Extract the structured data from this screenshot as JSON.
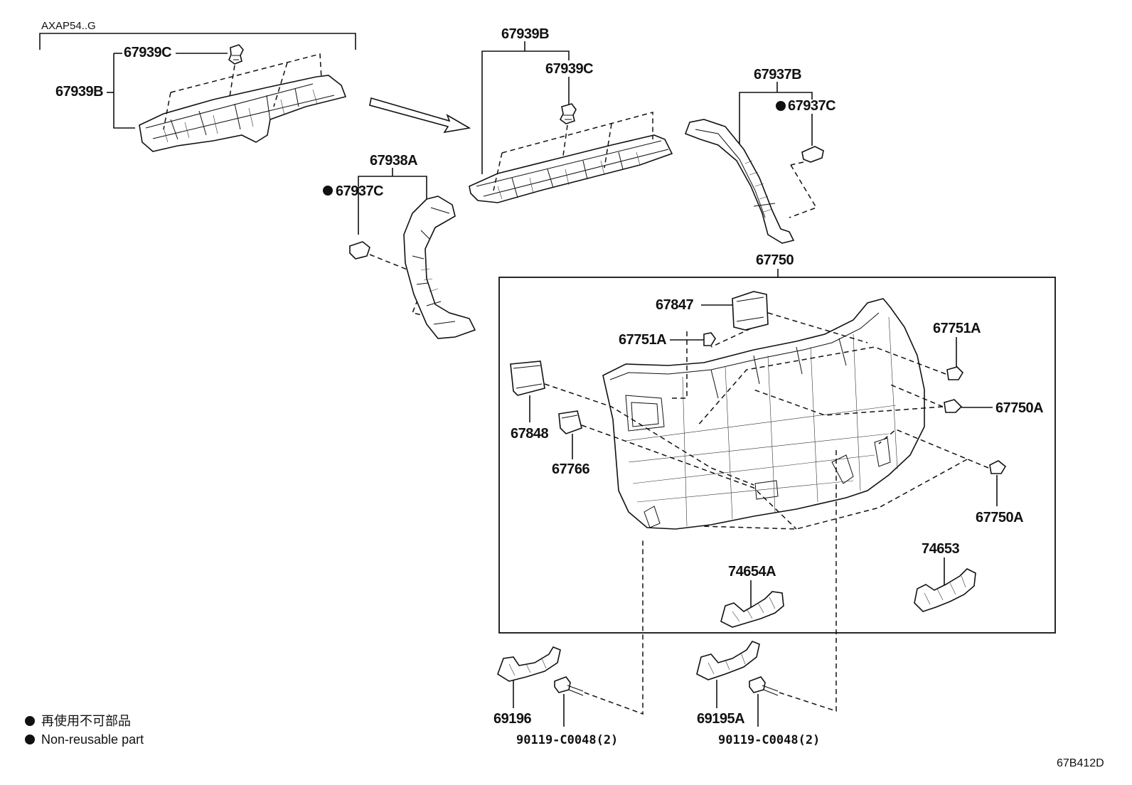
{
  "variant_label": "AXAP54..G",
  "diagram_code": "67B412D",
  "parts": {
    "p67939C_left": "67939C",
    "p67939B_left": "67939B",
    "p67939B_mid": "67939B",
    "p67939C_mid": "67939C",
    "p67937B": "67937B",
    "p67937C_right": "67937C",
    "p67938A": "67938A",
    "p67937C_left": "67937C",
    "p67750": "67750",
    "p67847": "67847",
    "p67751A_left": "67751A",
    "p67751A_right": "67751A",
    "p67750A_upper": "67750A",
    "p67750A_lower": "67750A",
    "p67848": "67848",
    "p67766": "67766",
    "p74654A": "74654A",
    "p74653": "74653",
    "p69196": "69196",
    "p69195A": "69195A",
    "p90119_left": "90119-C0048(2)",
    "p90119_right": "90119-C0048(2)"
  },
  "legend": {
    "line1": "再使用不可部品",
    "line2": "Non-reusable part"
  }
}
